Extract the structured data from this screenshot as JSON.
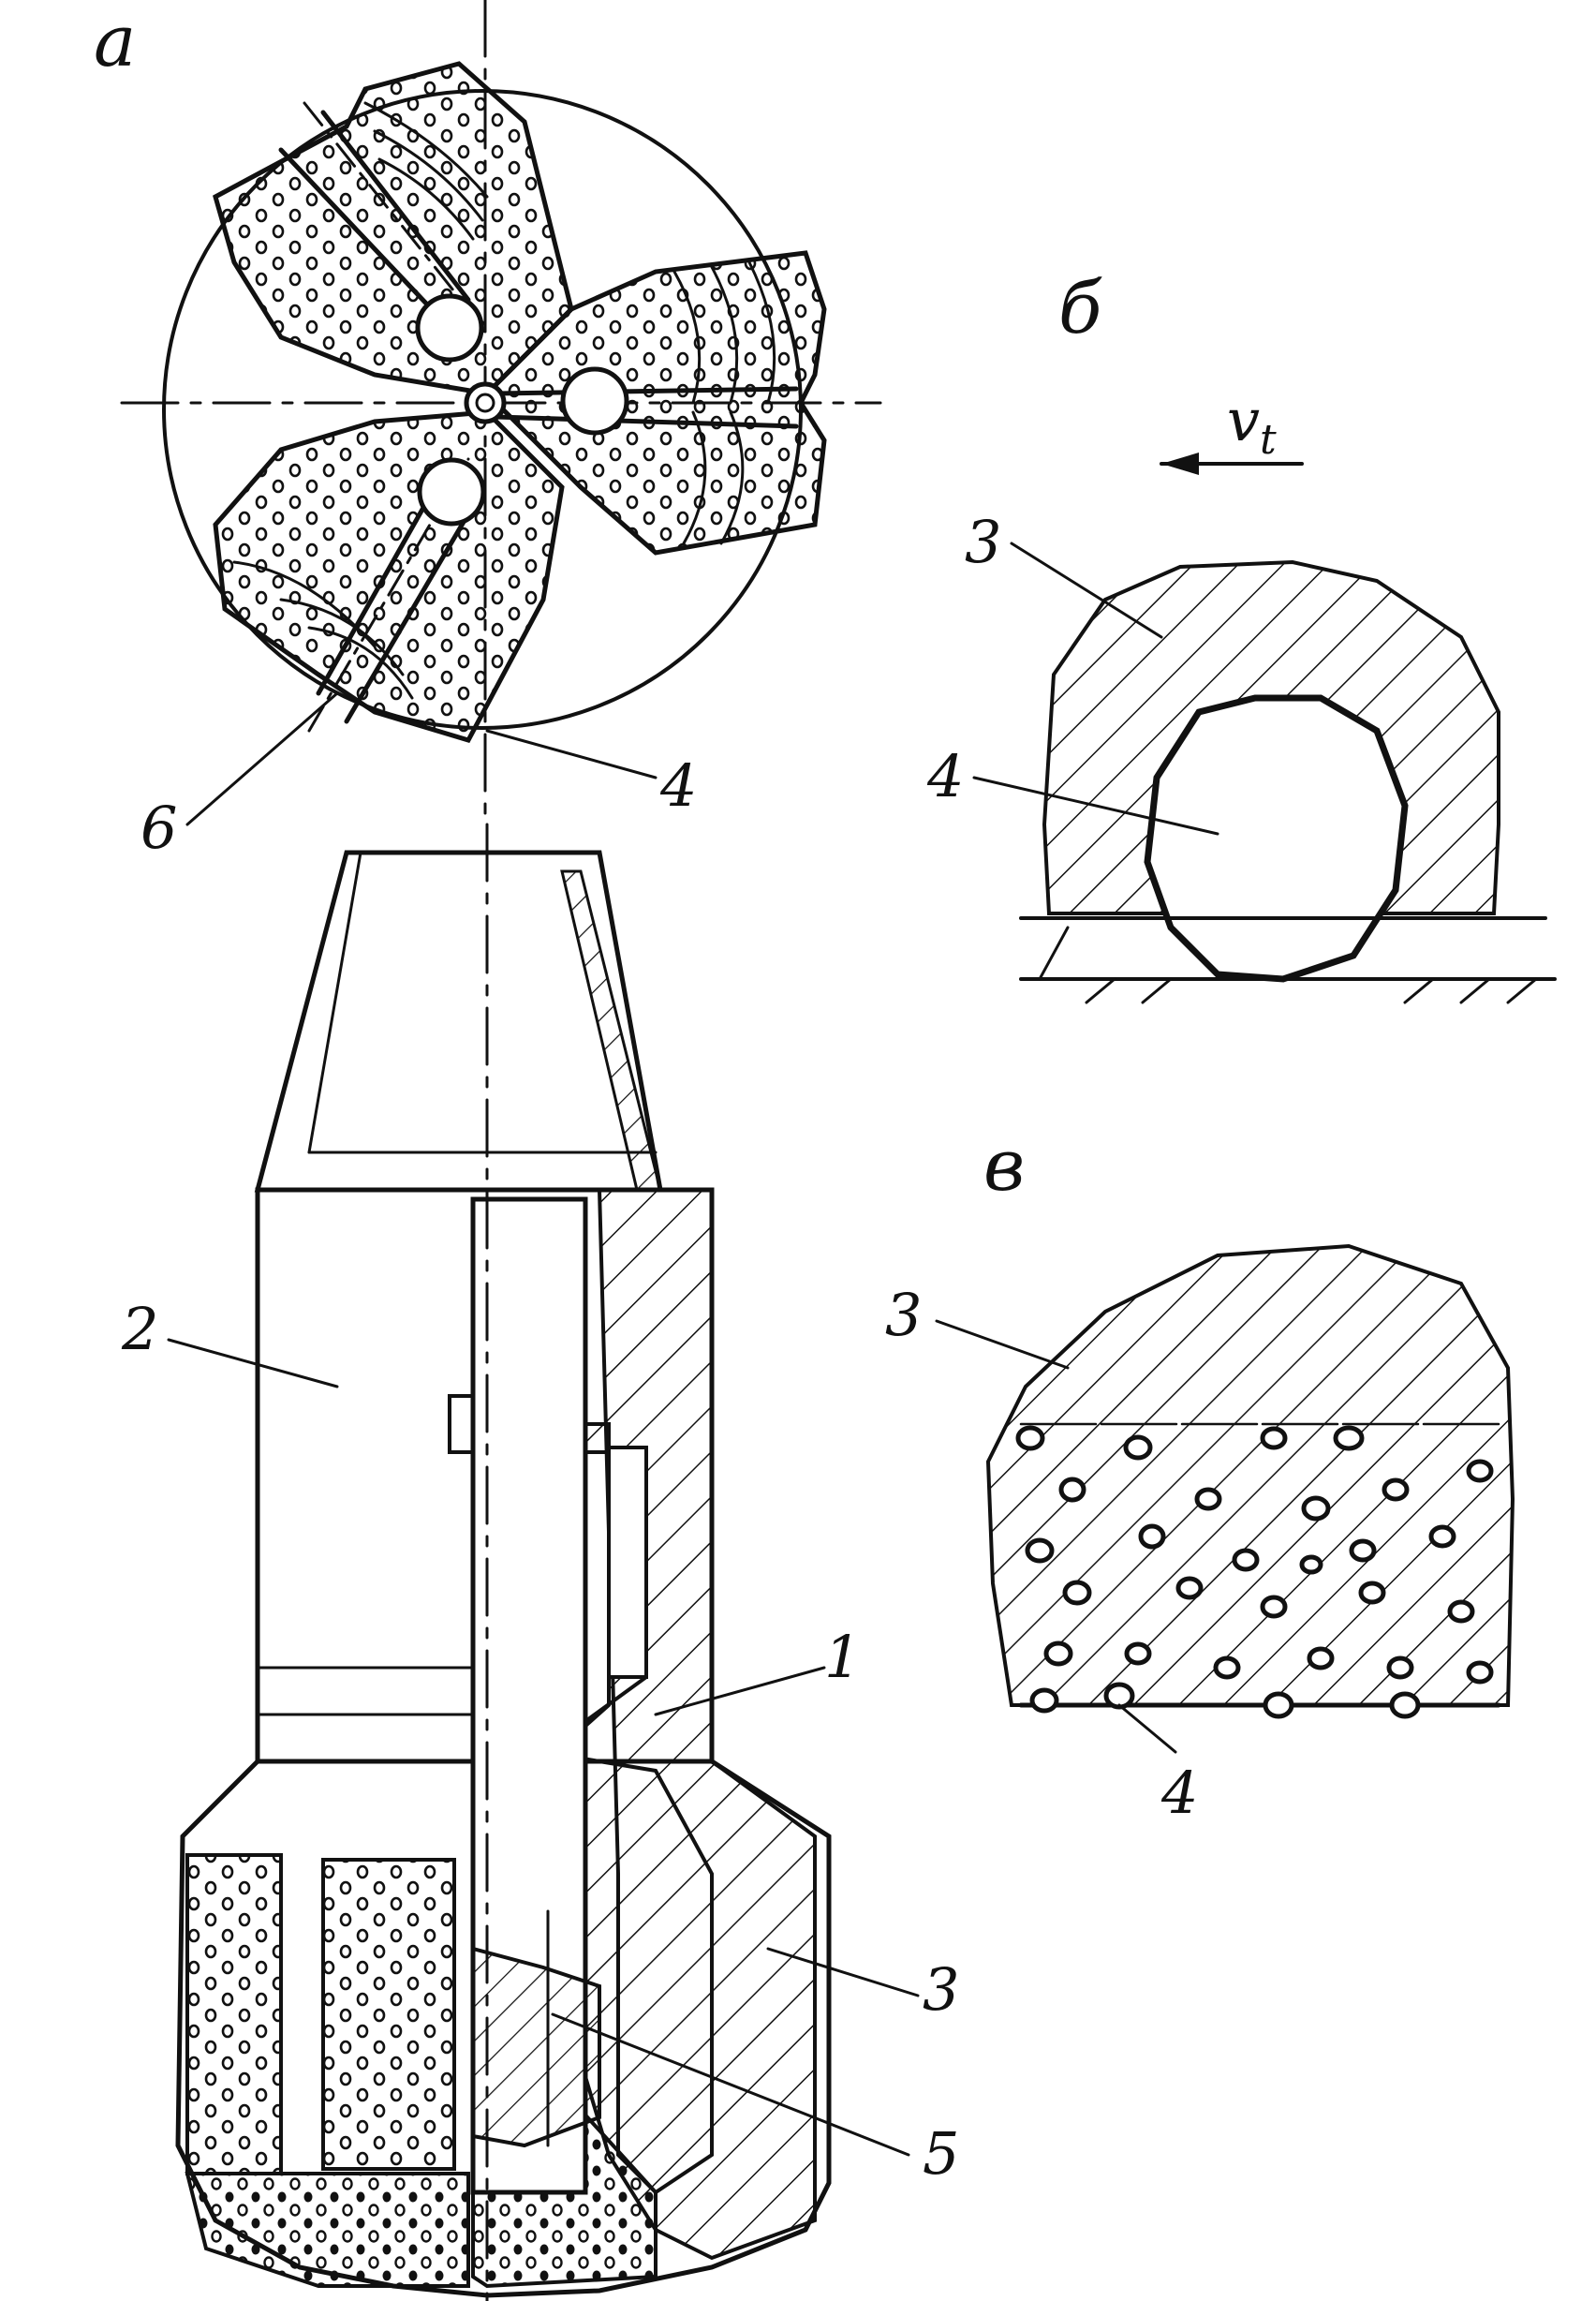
{
  "figure": {
    "panels": {
      "a": {
        "letter": "а",
        "labels": [
          "6",
          "4"
        ]
      },
      "b": {
        "letter": "б",
        "velocity": "v",
        "velocity_subscript": "t",
        "labels": [
          "3",
          "4"
        ]
      },
      "c": {
        "letter": "в",
        "labels": [
          "3",
          "4"
        ]
      },
      "main": {
        "labels": [
          "2",
          "1",
          "3",
          "5"
        ]
      }
    },
    "colors": {
      "ink": "#111111",
      "paper": "#ffffff"
    }
  }
}
